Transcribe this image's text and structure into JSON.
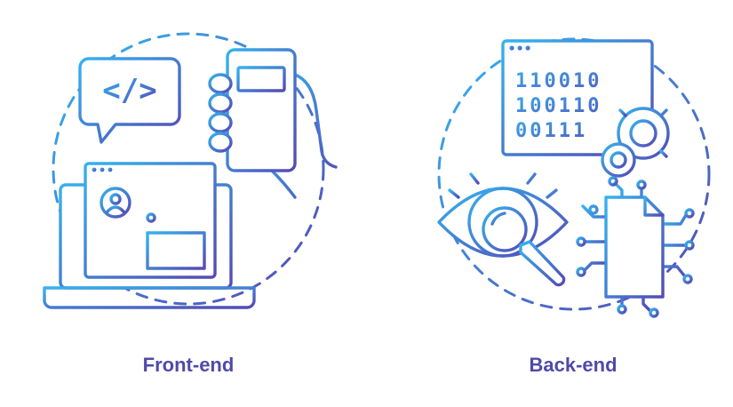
{
  "concepts": {
    "front_end": {
      "label": "Front-end",
      "code_symbol": "</>",
      "icons": [
        "code-bubble-icon",
        "hand-holding-phone-icon",
        "laptop-icon",
        "user-profile-icon"
      ]
    },
    "back_end": {
      "label": "Back-end",
      "binary_rows": [
        "110010",
        "100110",
        "00111"
      ],
      "icons": [
        "binary-window-icon",
        "gears-icon",
        "eye-icon",
        "magnifier-icon",
        "document-circuit-icon"
      ]
    }
  },
  "colors": {
    "gradient_start": "#35b3ee",
    "gradient_end": "#5549b5",
    "caption": "#4f4aa8"
  }
}
